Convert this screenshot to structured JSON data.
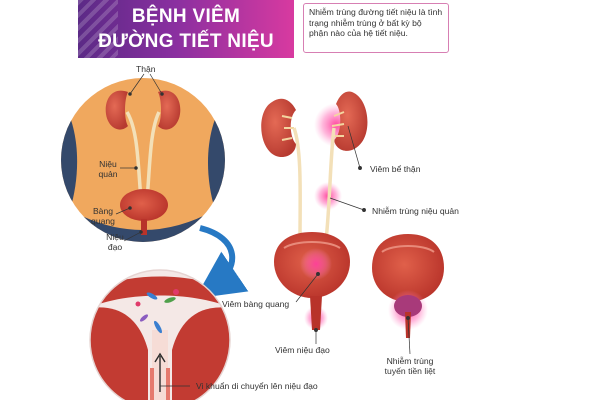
{
  "title": {
    "line1": "BỆNH VIÊM",
    "line2": "ĐƯỜNG TIẾT NIỆU"
  },
  "definition": "Nhiễm trùng đường tiết niệu là tình trạng nhiễm trùng ở bất kỳ bộ phận nào của hệ tiết niệu.",
  "anatomy_labels": {
    "kidney": "Thận",
    "ureter_line1": "Niệu",
    "ureter_line2": "quản",
    "bladder_line1": "Bàng",
    "bladder_line2": "quang",
    "urethra_line1": "Niệu",
    "urethra_line2": "đạo"
  },
  "conditions": {
    "pyelonephritis": "Viêm bể thận",
    "ureter_infection": "Nhiễm trùng niệu quản",
    "cystitis": "Viêm bàng quang",
    "urethritis": "Viêm niệu đạo",
    "prostate_line1": "Nhiễm trùng",
    "prostate_line2": "tuyến tiền liệt"
  },
  "bacteria_caption": "Vi khuẩn di chuyển lên niệu đạo",
  "colors": {
    "banner_start": "#5b2a86",
    "banner_end": "#d83aa0",
    "body_skin": "#f0a85e",
    "body_shadow": "#34496b",
    "kidney": "#c8433a",
    "bladder": "#c64232",
    "inflammation": "#ff3f9a",
    "arrow": "#2779c4"
  }
}
